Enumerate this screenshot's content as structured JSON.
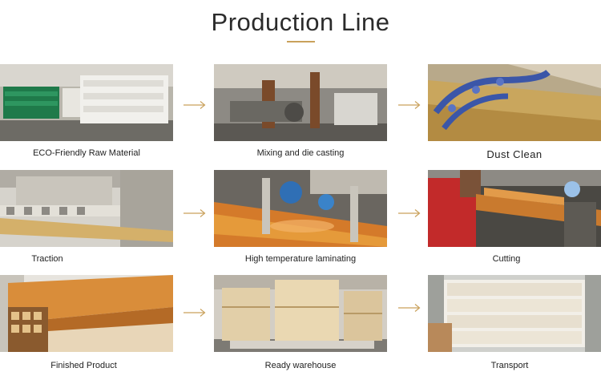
{
  "title": "Production Line",
  "accent_color": "#c9a15b",
  "steps": [
    {
      "label": "ECO-Friendly Raw Material",
      "icon": "raw-material-bags-photo"
    },
    {
      "label": "Mixing and die casting",
      "icon": "mixing-machine-photo"
    },
    {
      "label": "Dust Clean",
      "icon": "dust-clean-photo"
    },
    {
      "label": "Traction",
      "icon": "traction-machine-photo"
    },
    {
      "label": "High temperature laminating",
      "icon": "laminating-machine-photo"
    },
    {
      "label": "Cutting",
      "icon": "cutting-photo"
    },
    {
      "label": "Finished Product",
      "icon": "finished-product-photo"
    },
    {
      "label": "Ready warehouse",
      "icon": "warehouse-photo"
    },
    {
      "label": "Transport",
      "icon": "transport-container-photo"
    }
  ]
}
